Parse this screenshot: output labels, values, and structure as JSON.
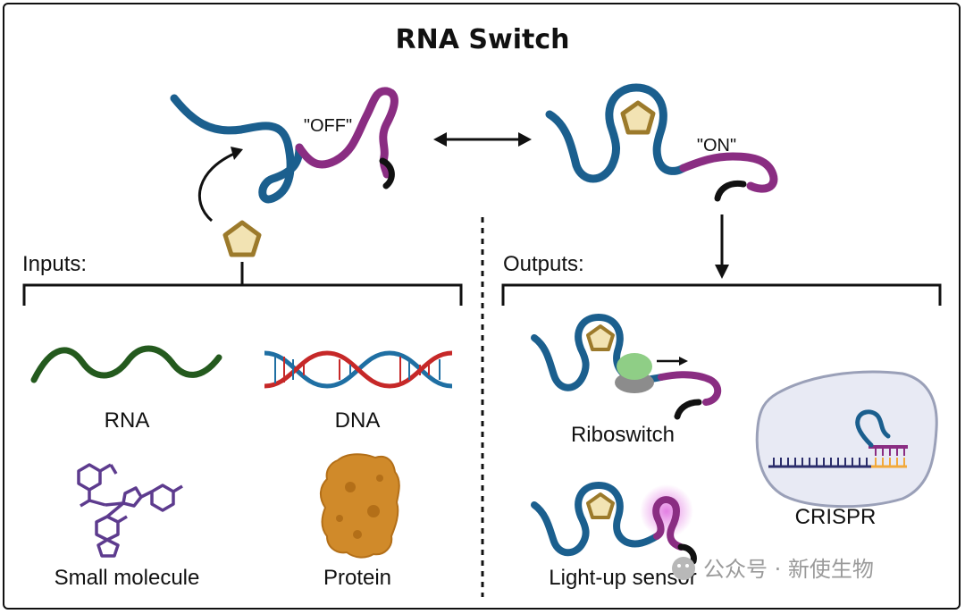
{
  "title": "RNA Switch",
  "states": {
    "off": "\"OFF\"",
    "on": "\"ON\""
  },
  "inputs": {
    "heading": "Inputs:",
    "items": [
      "RNA",
      "DNA",
      "Small molecule",
      "Protein"
    ]
  },
  "outputs": {
    "heading": "Outputs:",
    "items": [
      "Riboswitch",
      "Light-up sensor",
      "CRISPR"
    ]
  },
  "watermark": "公众号 · 新使生物",
  "colors": {
    "blue_strand": "#1b5f8e",
    "purple_strand": "#8a2d82",
    "ligand_fill": "#f2e3b3",
    "ligand_stroke": "#9c7a2b",
    "rna_wave": "#245a1e",
    "dna_red": "#c62828",
    "dna_blue": "#1f6fa3",
    "small_molecule": "#5d3b8e",
    "protein": "#d08a2a",
    "ribosome_green": "#8fce86",
    "ribosome_gray": "#8c8c8c",
    "glow": "#cc33cc",
    "crispr_cell": "#e8eaf4",
    "crispr_dark": "#2b2d6b",
    "crispr_orange": "#f2a93b"
  }
}
